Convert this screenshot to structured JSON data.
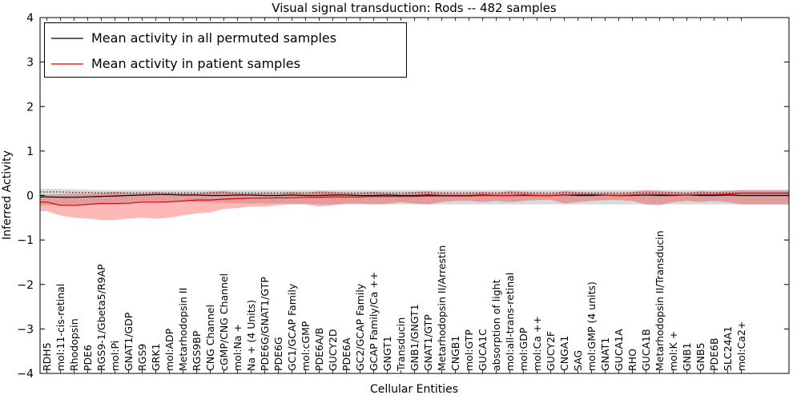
{
  "chart_data": {
    "type": "line",
    "title": "Visual signal transduction: Rods -- 482 samples",
    "xlabel": "Cellular Entities",
    "ylabel": "Inferred Activity",
    "ylim": [
      -4,
      4
    ],
    "yticks": [
      4,
      3,
      2,
      1,
      0,
      -1,
      -2,
      -3,
      -4
    ],
    "ytick_labels": [
      "4",
      "3",
      "2",
      "1",
      "0",
      "−1",
      "−2",
      "−3",
      "−4"
    ],
    "legend": [
      {
        "label": "Mean activity in all permuted samples",
        "color": "#000000"
      },
      {
        "label": "Mean activity in patient samples",
        "color": "#e00000"
      }
    ],
    "colors": {
      "permuted_line": "#000000",
      "patient_line": "#e00000",
      "permuted_band": "#aaaaaa",
      "patient_band": "#ff0000"
    },
    "categories": [
      "RDH5",
      "mol:11-cis-retinal",
      "Rhodopsin",
      "PDE6",
      "RGS9-1/Gbeta5/R9AP",
      "mol:Pi",
      "GNAT1/GDP",
      "RGS9",
      "GRK1",
      "mol:ADP",
      "Metarhodopsin II",
      "RGS9BP",
      "CNG Channel",
      "cGMP/CNG Channel",
      "mol:Na +",
      "Na + (4 Units)",
      "PDE6G/GNAT1/GTP",
      "PDE6G",
      "GC1/GCAP Family",
      "mol:cGMP",
      "PDE6A/B",
      "GUCY2D",
      "PDE6A",
      "GC2/GCAP Family",
      "GCAP Family/Ca ++",
      "GNGT1",
      "Transducin",
      "GNB1/GNGT1",
      "GNAT1/GTP",
      "Metarhodopsin II/Arrestin",
      "CNGB1",
      "mol:GTP",
      "GUCA1C",
      "absorption of light",
      "mol:all-trans-retinal",
      "mol:GDP",
      "mol:Ca ++",
      "GUCY2F",
      "CNGA1",
      "SAG",
      "mol:GMP (4 units)",
      "GNAT1",
      "GUCA1A",
      "RHO",
      "GUCA1B",
      "Metarhodopsin II/Transducin",
      "mol:K +",
      "GNB1",
      "GNB5",
      "PDE6B",
      "SLC24A1",
      "mol:Ca2+"
    ],
    "series": [
      {
        "name": "Mean activity in all permuted samples",
        "values": [
          -0.03,
          -0.04,
          -0.04,
          -0.03,
          -0.02,
          -0.01,
          0.0,
          0.01,
          0.02,
          0.02,
          0.01,
          0.01,
          0.0,
          0.0,
          0.01,
          0.01,
          0.0,
          0.0,
          0.01,
          0.0,
          0.0,
          0.01,
          0.01,
          0.0,
          0.0,
          0.01,
          0.0,
          0.0,
          0.01,
          0.0,
          0.0,
          0.0,
          0.01,
          0.0,
          0.0,
          0.01,
          0.0,
          0.0,
          0.01,
          0.0,
          0.0,
          0.01,
          0.0,
          0.0,
          0.01,
          0.0,
          0.0,
          0.01,
          0.0,
          0.0,
          0.01,
          0.0
        ]
      },
      {
        "name": "Mean activity in patient samples",
        "values": [
          -0.15,
          -0.22,
          -0.22,
          -0.2,
          -0.18,
          -0.18,
          -0.17,
          -0.15,
          -0.15,
          -0.14,
          -0.12,
          -0.1,
          -0.1,
          -0.08,
          -0.07,
          -0.06,
          -0.06,
          -0.05,
          -0.05,
          -0.04,
          -0.04,
          -0.03,
          -0.03,
          -0.03,
          -0.02,
          -0.02,
          -0.02,
          -0.02,
          -0.01,
          -0.01,
          -0.01,
          -0.01,
          0.0,
          0.0,
          0.0,
          0.0,
          0.0,
          0.0,
          0.01,
          0.02,
          0.02,
          0.01,
          0.0,
          0.01,
          0.02,
          0.02,
          0.01,
          0.01,
          0.02,
          0.02,
          0.03,
          0.05
        ]
      }
    ],
    "dotted_reference": [
      0.08,
      0.08,
      0.07,
      0.07,
      0.06,
      0.06,
      0.06,
      0.06,
      0.06,
      0.06,
      0.06,
      0.06,
      0.06,
      0.06,
      0.06,
      0.06,
      0.06,
      0.06,
      0.06,
      0.06,
      0.06,
      0.06,
      0.06,
      0.06,
      0.06,
      0.06,
      0.06,
      0.06,
      0.06,
      0.06,
      0.06,
      0.06,
      0.06,
      0.06,
      0.06,
      0.06,
      0.06,
      0.06,
      0.06,
      0.06,
      0.06,
      0.06,
      0.06,
      0.06,
      0.06,
      0.06,
      0.06,
      0.06,
      0.06,
      0.06,
      0.06,
      0.06
    ],
    "bands": [
      {
        "name": "permuted-std-band",
        "upper": [
          0.15,
          0.15,
          0.14,
          0.13,
          0.12,
          0.12,
          0.12,
          0.12,
          0.12,
          0.12,
          0.12,
          0.12,
          0.12,
          0.12,
          0.12,
          0.12,
          0.12,
          0.12,
          0.12,
          0.12,
          0.12,
          0.12,
          0.12,
          0.12,
          0.12,
          0.12,
          0.12,
          0.12,
          0.12,
          0.12,
          0.12,
          0.12,
          0.12,
          0.12,
          0.12,
          0.12,
          0.12,
          0.12,
          0.12,
          0.12,
          0.12,
          0.12,
          0.12,
          0.12,
          0.12,
          0.12,
          0.12,
          0.12,
          0.12,
          0.12,
          0.12,
          0.12
        ],
        "lower": [
          -0.22,
          -0.22,
          -0.2,
          -0.19,
          -0.17,
          -0.16,
          -0.15,
          -0.15,
          -0.15,
          -0.15,
          -0.15,
          -0.15,
          -0.16,
          -0.16,
          -0.17,
          -0.18,
          -0.18,
          -0.18,
          -0.18,
          -0.19,
          -0.2,
          -0.2,
          -0.2,
          -0.2,
          -0.2,
          -0.2,
          -0.2,
          -0.2,
          -0.2,
          -0.2,
          -0.2,
          -0.2,
          -0.2,
          -0.2,
          -0.2,
          -0.2,
          -0.2,
          -0.2,
          -0.2,
          -0.2,
          -0.2,
          -0.2,
          -0.2,
          -0.2,
          -0.2,
          -0.2,
          -0.2,
          -0.2,
          -0.2,
          -0.2,
          -0.2,
          -0.2
        ]
      },
      {
        "name": "patient-std-band",
        "upper": [
          0.02,
          0.03,
          0.05,
          0.05,
          0.06,
          0.08,
          0.06,
          0.05,
          0.08,
          0.06,
          0.05,
          0.05,
          0.08,
          0.1,
          0.06,
          0.05,
          0.06,
          0.05,
          0.08,
          0.06,
          0.1,
          0.08,
          0.06,
          0.06,
          0.08,
          0.06,
          0.05,
          0.08,
          0.1,
          0.06,
          0.05,
          0.06,
          0.08,
          0.06,
          0.1,
          0.08,
          0.06,
          0.05,
          0.1,
          0.08,
          0.06,
          0.06,
          0.05,
          0.08,
          0.12,
          0.1,
          0.08,
          0.06,
          0.1,
          0.08,
          0.1,
          0.12
        ],
        "lower": [
          -0.35,
          -0.45,
          -0.5,
          -0.52,
          -0.55,
          -0.55,
          -0.52,
          -0.5,
          -0.52,
          -0.5,
          -0.45,
          -0.4,
          -0.38,
          -0.3,
          -0.28,
          -0.25,
          -0.25,
          -0.22,
          -0.2,
          -0.2,
          -0.25,
          -0.22,
          -0.18,
          -0.18,
          -0.2,
          -0.18,
          -0.15,
          -0.18,
          -0.2,
          -0.15,
          -0.12,
          -0.12,
          -0.15,
          -0.12,
          -0.15,
          -0.12,
          -0.1,
          -0.1,
          -0.18,
          -0.15,
          -0.12,
          -0.1,
          -0.1,
          -0.12,
          -0.2,
          -0.22,
          -0.15,
          -0.12,
          -0.15,
          -0.12,
          -0.15,
          -0.2
        ]
      }
    ]
  }
}
